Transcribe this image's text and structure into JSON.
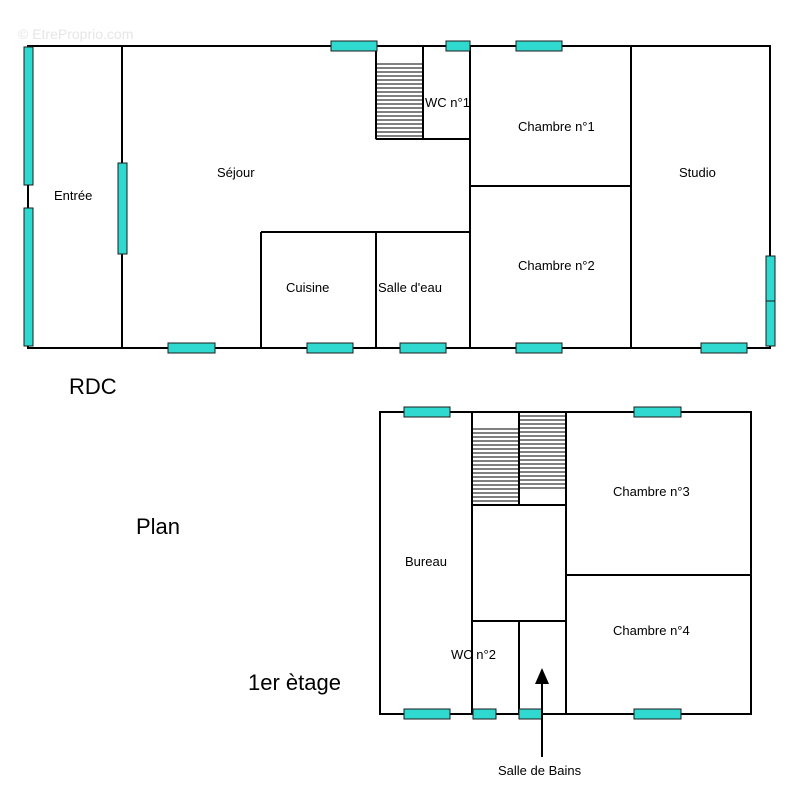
{
  "watermark": "© EtreProprio.com",
  "window_color": "#2fd9d0",
  "headings": {
    "ground": "RDC",
    "plan": "Plan",
    "upper": "1er ètage"
  },
  "rooms": {
    "entree": "Entrée",
    "sejour": "Séjour",
    "wc1": "WC n°1",
    "chambre1": "Chambre n°1",
    "studio": "Studio",
    "chambre2": "Chambre n°2",
    "cuisine": "Cuisine",
    "salle_eau": "Salle d'eau",
    "bureau": "Bureau",
    "chambre3": "Chambre n°3",
    "chambre4": "Chambre n°4",
    "wc2": "WC n°2",
    "salle_bains": "Salle de Bains"
  }
}
